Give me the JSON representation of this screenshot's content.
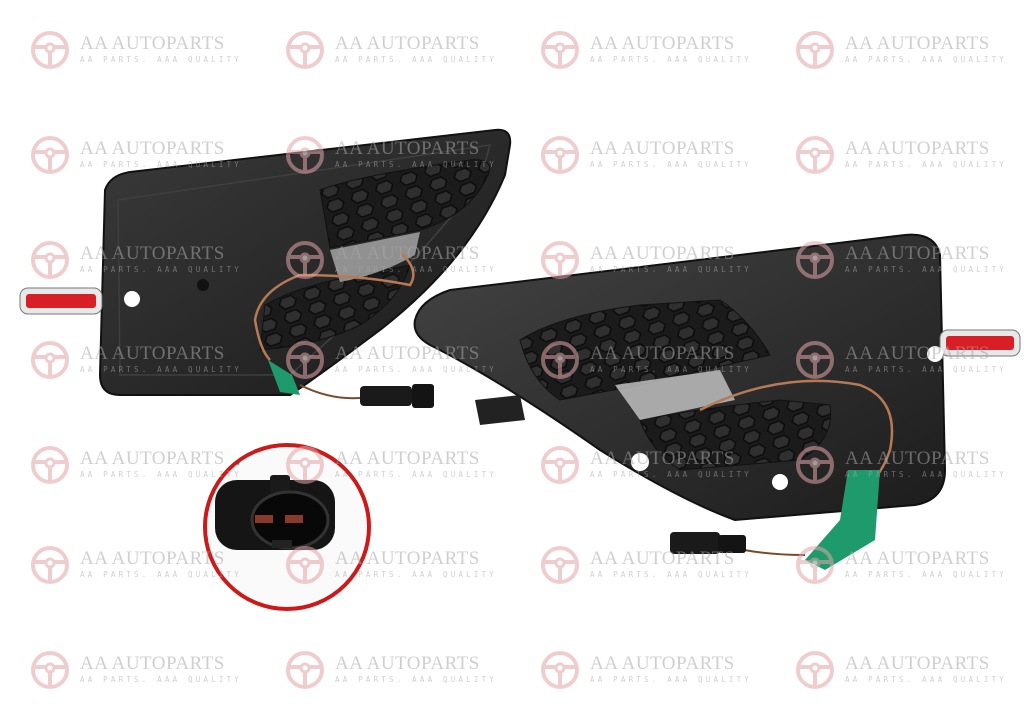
{
  "image": {
    "description": "Pair of black side-marker / vent trim pieces (rear view) with honeycomb grille, red/clear side marker lamps, wiring harness with green tape and 2-pin connectors; inset circle close-up of connector",
    "background_color": "#ffffff",
    "inset_ring_color": "#cc1a1a"
  },
  "watermark": {
    "brand": "AA AUTOPARTS",
    "tagline": "AA PARTS. AAA QUALITY",
    "logo_icon": "steering-wheel-icon",
    "logo_color": "#e3a5a8",
    "text_color": "#a8a8a8",
    "grid": {
      "columns_x": [
        30,
        285,
        540,
        795
      ],
      "rows_y": [
        30,
        135,
        240,
        340,
        445,
        545,
        650
      ]
    }
  },
  "parts": [
    {
      "name": "left-trim-panel",
      "view": "rear",
      "features": [
        "honeycomb-grille",
        "red-side-marker",
        "wire-harness",
        "green-tape",
        "2-pin-connector"
      ]
    },
    {
      "name": "right-trim-panel",
      "view": "rear",
      "features": [
        "honeycomb-grille",
        "red-side-marker",
        "wire-harness",
        "green-tape",
        "2-pin-connector"
      ]
    },
    {
      "name": "connector-closeup",
      "view": "inset-circle"
    }
  ]
}
